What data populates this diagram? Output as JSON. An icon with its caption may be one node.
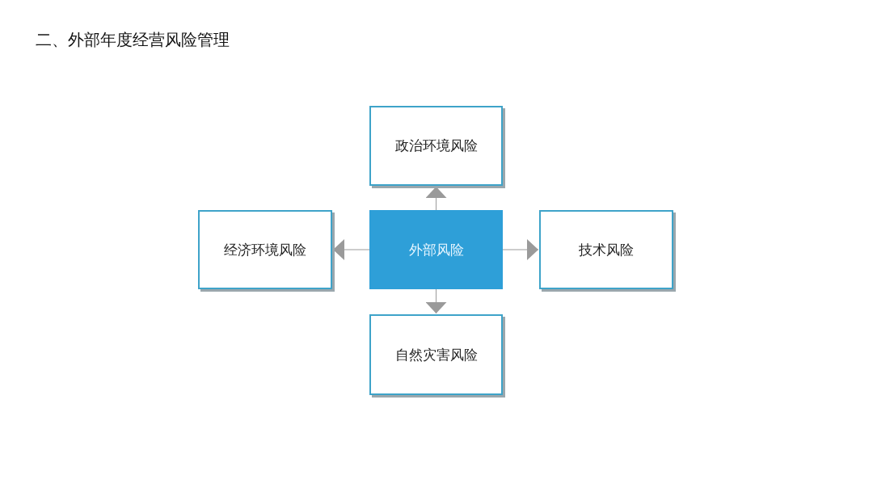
{
  "diagram": {
    "title": "二、外部年度经营风险管理",
    "nodes": [
      {
        "text": [
          "外部风险"
        ]
      },
      {
        "text": [
          "政治环境风险"
        ]
      },
      {
        "text": [
          "经济环境风险"
        ]
      },
      {
        "text": [
          "技术风险"
        ]
      },
      {
        "text": [
          "自然灾害风险"
        ]
      }
    ],
    "edges": [
      {
        "from": 0,
        "to": 1,
        "arrow": "to"
      },
      {
        "from": 0,
        "to": 2,
        "arrow": "to"
      },
      {
        "from": 0,
        "to": 3,
        "arrow": "to"
      },
      {
        "from": 0,
        "to": 4,
        "arrow": "to"
      }
    ]
  }
}
